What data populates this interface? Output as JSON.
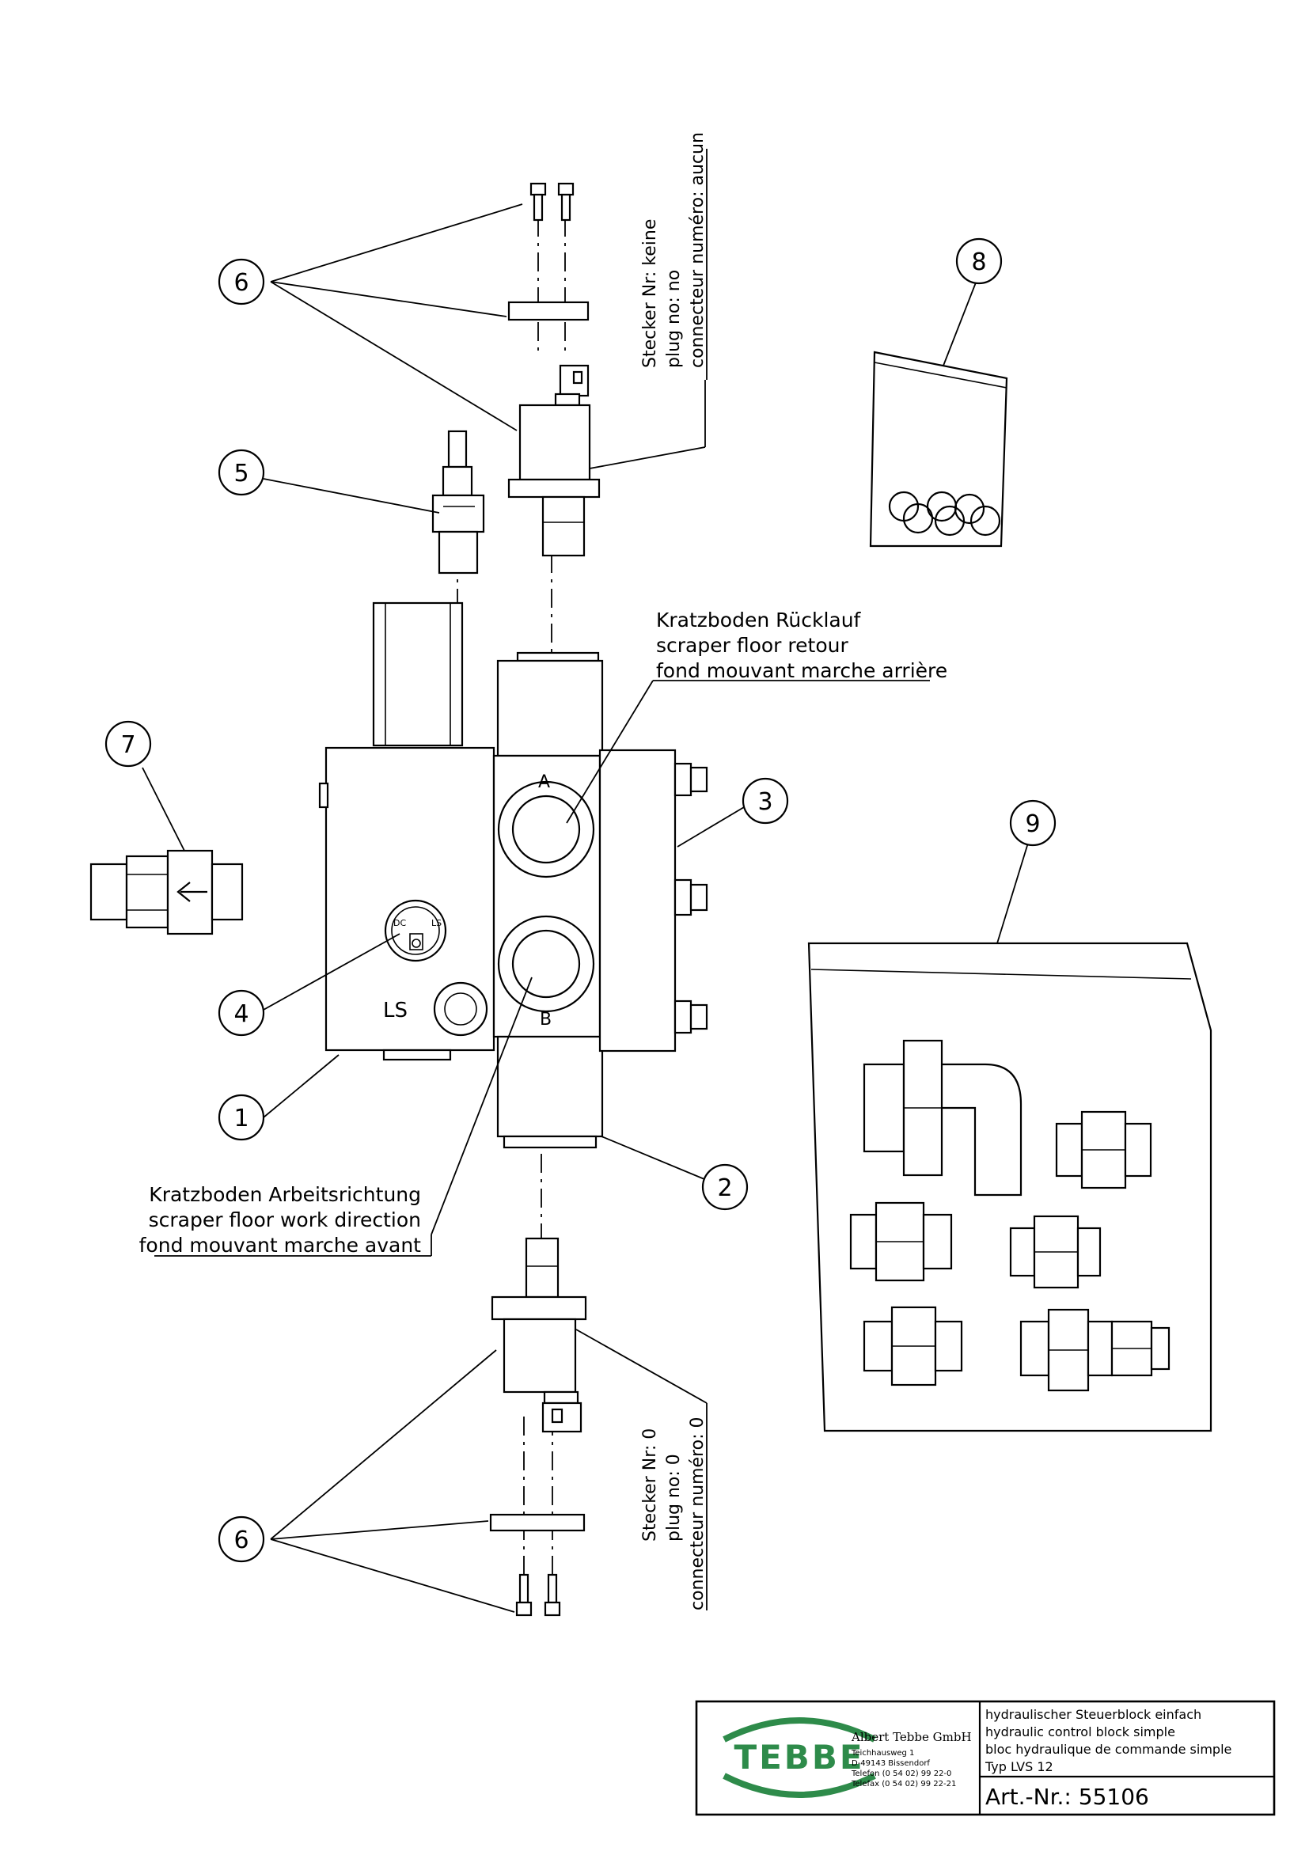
{
  "callouts": [
    "1",
    "2",
    "3",
    "4",
    "5",
    "6",
    "6",
    "7",
    "8",
    "9"
  ],
  "labels": {
    "return_flow": [
      "Kratzboden Rücklauf",
      "scraper floor retour",
      "fond mouvant marche arrière"
    ],
    "work_direction": [
      "Kratzboden Arbeitsrichtung",
      "scraper floor work direction",
      "fond mouvant marche avant"
    ]
  },
  "plug_top": [
    "Stecker Nr: keine",
    "plug no: no",
    "connecteur numéro: aucun"
  ],
  "plug_bottom": [
    "Stecker Nr: 0",
    "plug no: 0",
    "connecteur numéro: 0"
  ],
  "block_markings": {
    "ls": "LS",
    "port_a": "A",
    "port_b": "B"
  },
  "title_block": {
    "logo_text": "TEBBE",
    "company": "Albert Tebbe GmbH",
    "address": [
      "Teichhausweg 1",
      "D-49143 Bissendorf",
      "Telefon (0 54 02) 99 22-0",
      "Telefax (0 54 02) 99 22-21"
    ],
    "description": [
      "hydraulischer Steuerblock einfach",
      "hydraulic control block simple",
      "bloc hydraulique de commande simple",
      "Typ LVS 12"
    ],
    "article": "Art.-Nr.: 55106"
  },
  "colors": {
    "logo_green": "#2e8b4a",
    "line": "#000000"
  }
}
